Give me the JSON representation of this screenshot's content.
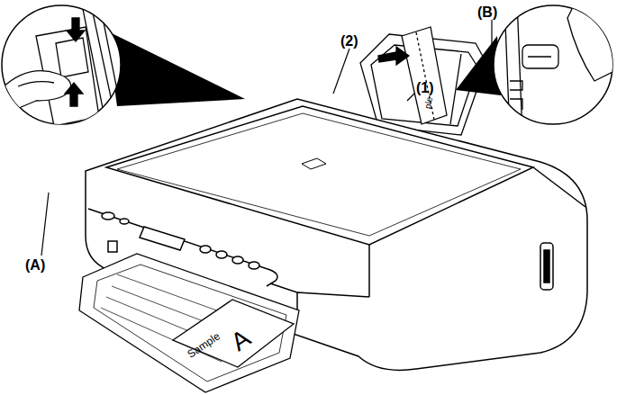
{
  "diagram": {
    "labels": [
      "(A)",
      "(B)",
      "(2)",
      "(1)",
      "ple",
      "Sample",
      "A"
    ]
  }
}
